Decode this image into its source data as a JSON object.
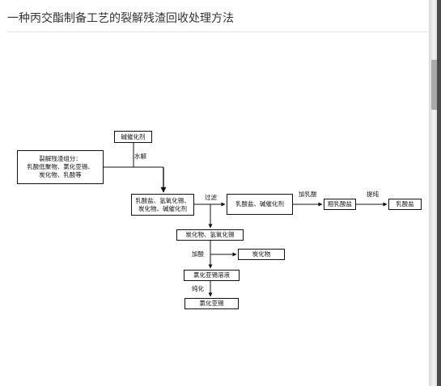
{
  "page": {
    "title": "一种丙交酯制备工艺的裂解残渣回收处理方法"
  },
  "diagram": {
    "nodes": {
      "catalyst": "碱催化剂",
      "residue_line1": "裂解残渣组分：",
      "residue_line2": "乳酸低聚物、氯化亚锡、",
      "residue_line3": "炭化物、乳酸等",
      "hydro_line1": "乳酸盐、氢氧化锡、",
      "hydro_line2": "炭化物、碱催化剂",
      "filtrate": "乳酸盐、碱催化剂",
      "crude": "粗乳酸盐",
      "lactate": "乳酸盐",
      "cake": "炭化物、氢氧化锡",
      "carbon": "炭化物",
      "solution": "氯化亚锡溶液",
      "product": "氯化亚锡"
    },
    "edges": {
      "hydrolysis": "水解",
      "filtration": "过滤",
      "add_lactic": "加乳酸",
      "purify": "提纯",
      "add_acid": "加酸",
      "purification": "纯化"
    }
  }
}
